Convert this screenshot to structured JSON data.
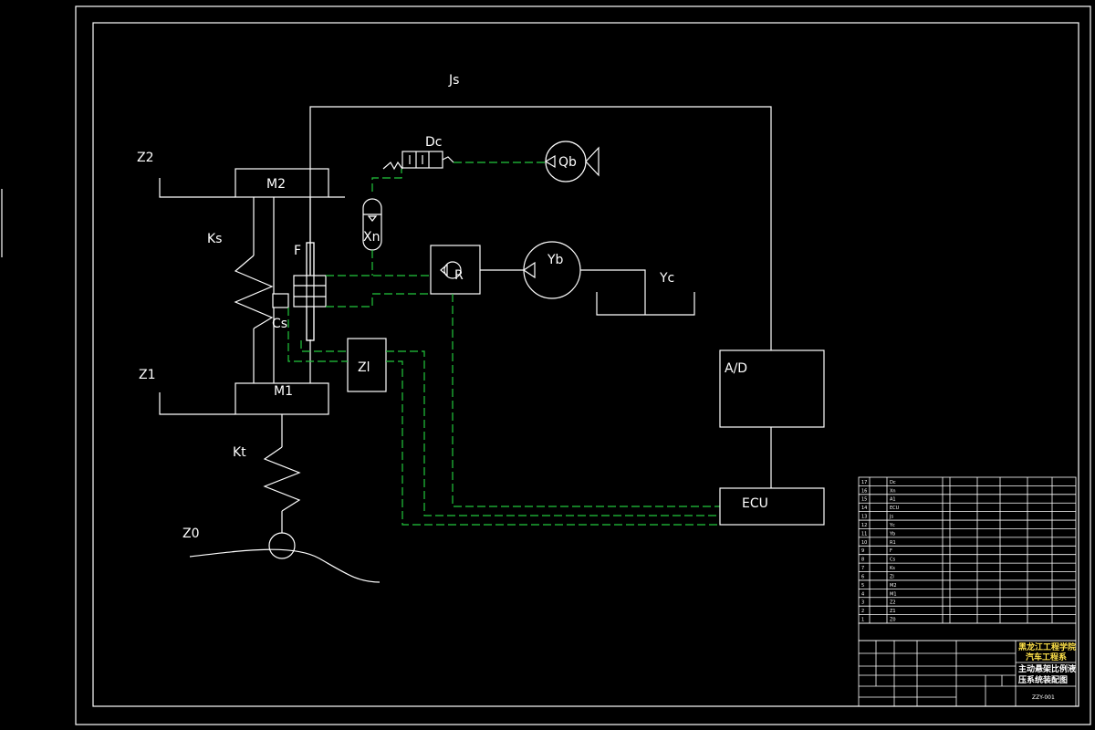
{
  "labels": {
    "js": "Js",
    "dc": "Dc",
    "qb": "Qb",
    "z2": "Z2",
    "m2": "M2",
    "xn": "Xn",
    "ks": "Ks",
    "f": "F",
    "r": "R",
    "yb": "Yb",
    "yc": "Yc",
    "cs": "Cs",
    "zl": "Zl",
    "z1": "Z1",
    "m1": "M1",
    "ad": "A/D",
    "kt": "Kt",
    "ecu": "ECU",
    "z0": "Z0"
  },
  "title_block": {
    "parts_rows": [
      {
        "no": "17",
        "code": "Dc"
      },
      {
        "no": "16",
        "code": "Xn"
      },
      {
        "no": "15",
        "code": "A1"
      },
      {
        "no": "14",
        "code": "ECU"
      },
      {
        "no": "13",
        "code": "Js"
      },
      {
        "no": "12",
        "code": "Yc"
      },
      {
        "no": "11",
        "code": "Yb"
      },
      {
        "no": "10",
        "code": "R1"
      },
      {
        "no": "9",
        "code": "F"
      },
      {
        "no": "8",
        "code": "Cs"
      },
      {
        "no": "7",
        "code": "Ks"
      },
      {
        "no": "6",
        "code": "Zl"
      },
      {
        "no": "5",
        "code": "M2"
      },
      {
        "no": "4",
        "code": "M1"
      },
      {
        "no": "3",
        "code": "Z2"
      },
      {
        "no": "2",
        "code": "Z1"
      },
      {
        "no": "1",
        "code": "Z0"
      }
    ],
    "school": "黑龙江工程学院",
    "department": "汽车工程系",
    "drawing_title_line1": "主动悬架比例液",
    "drawing_title_line2": "压系统装配图",
    "drawing_number": "ZZY-001"
  },
  "colors": {
    "background": "#000000",
    "line": "#ffffff",
    "hydraulic_line": "#22c83c",
    "title_accent": "#ffe24a"
  }
}
